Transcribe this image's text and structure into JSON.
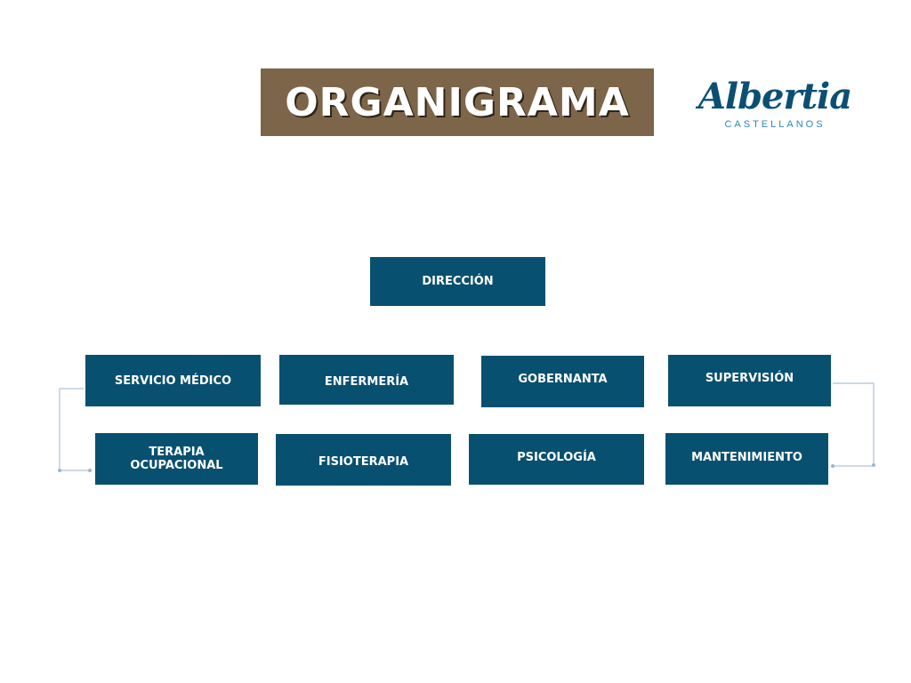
{
  "header": {
    "title": "ORGANIGRAMA"
  },
  "logo": {
    "name": "Albertia",
    "subtitle": "CASTELLANOS"
  },
  "chart": {
    "root": "DIRECCIÓN",
    "row1": [
      "SERVICIO MÉDICO",
      "ENFERMERÍA",
      "GOBERNANTA",
      "SUPERVISIÓN"
    ],
    "row2": [
      "TERAPIA OCUPACIONAL",
      "FISIOTERAPIA",
      "PSICOLOGÍA",
      "MANTENIMIENTO"
    ]
  },
  "colors": {
    "banner": "#7d6549",
    "node": "#085070",
    "connector": "#9bb6cc",
    "logo": "#0b4f73"
  }
}
